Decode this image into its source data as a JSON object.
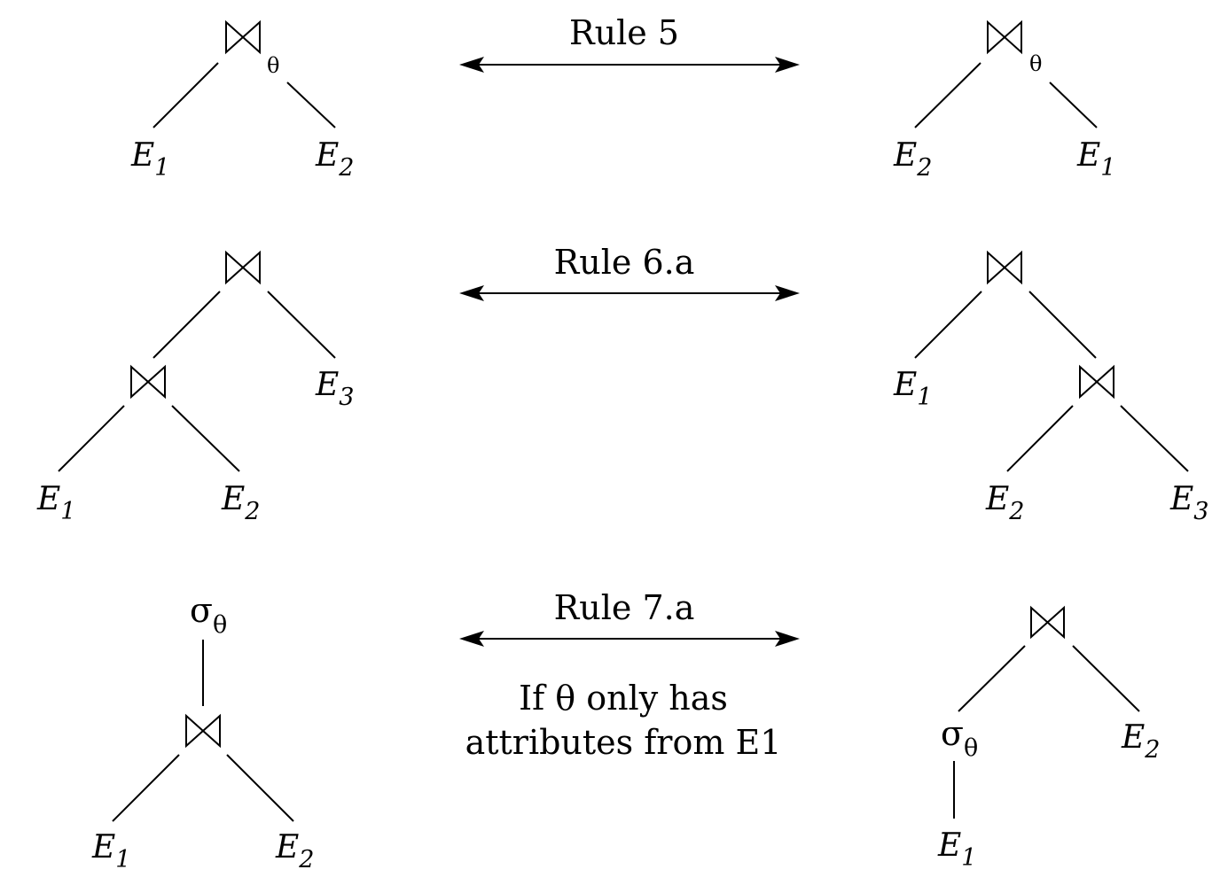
{
  "colors": {
    "ink": "#000000",
    "background": "#ffffff"
  },
  "symbols": {
    "join": "join-icon (bowtie)",
    "theta": "θ",
    "sigma": "σ"
  },
  "rule5": {
    "label": "Rule 5",
    "left": {
      "subscript": "θ",
      "leaf1": {
        "base": "E",
        "sub": "1"
      },
      "leaf2": {
        "base": "E",
        "sub": "2"
      }
    },
    "right": {
      "subscript": "θ",
      "leaf1": {
        "base": "E",
        "sub": "2"
      },
      "leaf2": {
        "base": "E",
        "sub": "1"
      }
    }
  },
  "rule6a": {
    "label": "Rule 6.a",
    "left": {
      "leaf1": {
        "base": "E",
        "sub": "1"
      },
      "leaf2": {
        "base": "E",
        "sub": "2"
      },
      "leaf3": {
        "base": "E",
        "sub": "3"
      }
    },
    "right": {
      "leaf1": {
        "base": "E",
        "sub": "1"
      },
      "leaf2": {
        "base": "E",
        "sub": "2"
      },
      "leaf3": {
        "base": "E",
        "sub": "3"
      }
    }
  },
  "rule7a": {
    "label": "Rule 7.a",
    "condition_line1": "If θ only has",
    "condition_line2": "attributes from E1",
    "left": {
      "sigma": "σ",
      "sigma_sub": "θ",
      "leaf1": {
        "base": "E",
        "sub": "1"
      },
      "leaf2": {
        "base": "E",
        "sub": "2"
      }
    },
    "right": {
      "sigma": "σ",
      "sigma_sub": "θ",
      "leaf1": {
        "base": "E",
        "sub": "1"
      },
      "leaf2": {
        "base": "E",
        "sub": "2"
      }
    }
  }
}
